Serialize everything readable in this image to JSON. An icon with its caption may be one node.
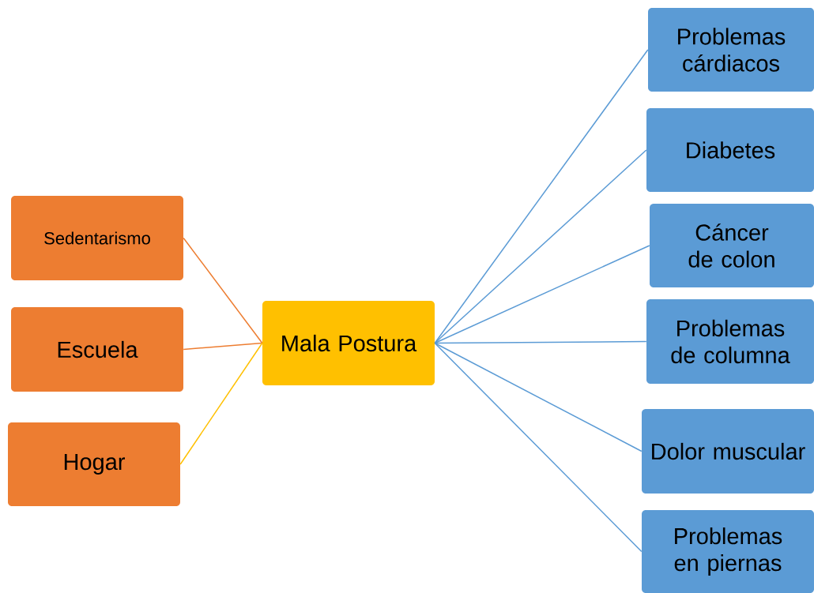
{
  "diagram": {
    "nodes": [
      {
        "text": [
          "Sedentarismo"
        ]
      },
      {
        "text": [
          "Escuela"
        ]
      },
      {
        "text": [
          "Hogar"
        ]
      },
      {
        "text": [
          "Mala Postura"
        ]
      },
      {
        "text": [
          "Problemas cárdiacos"
        ]
      },
      {
        "text": [
          "Diabetes"
        ]
      },
      {
        "text": [
          "Cáncer de colon"
        ]
      },
      {
        "text": [
          "Problemas de columna"
        ]
      },
      {
        "text": [
          "Dolor muscular"
        ]
      },
      {
        "text": [
          "Problemas en piernas"
        ]
      }
    ],
    "edges": [
      {
        "from": 0,
        "to": 3,
        "arrow": "none",
        "color": "#ed7d31"
      },
      {
        "from": 1,
        "to": 3,
        "arrow": "none",
        "color": "#ed7d31"
      },
      {
        "from": 2,
        "to": 3,
        "arrow": "none",
        "color": "#ffc000"
      },
      {
        "from": 3,
        "to": 4,
        "arrow": "none"
      },
      {
        "from": 3,
        "to": 5,
        "arrow": "none"
      },
      {
        "from": 3,
        "to": 6,
        "arrow": "none"
      },
      {
        "from": 3,
        "to": 7,
        "arrow": "none"
      },
      {
        "from": 3,
        "to": 8,
        "arrow": "none"
      },
      {
        "from": 3,
        "to": 9,
        "arrow": "none"
      }
    ]
  }
}
